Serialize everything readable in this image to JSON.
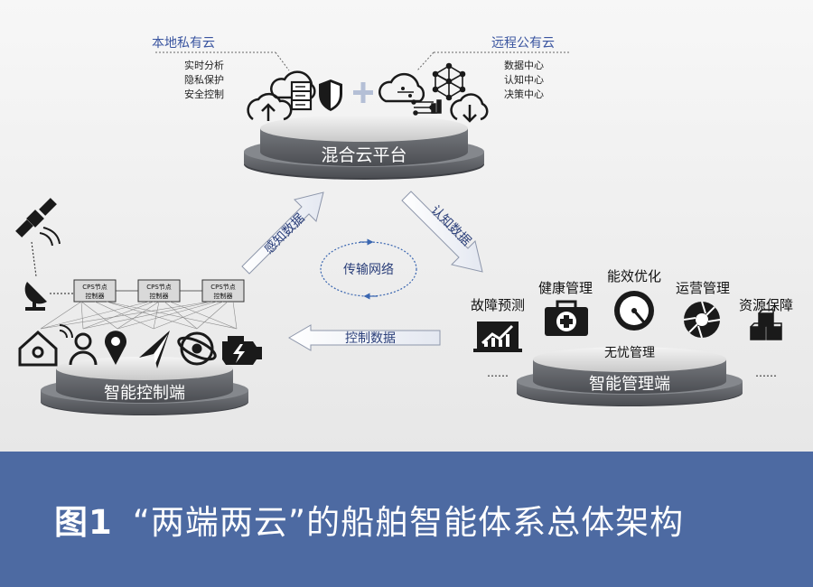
{
  "hybrid_cloud": {
    "platform_label": "混合云平台",
    "private_cloud": {
      "title": "本地私有云",
      "items": [
        "实时分析",
        "隐私保护",
        "安全控制"
      ]
    },
    "public_cloud": {
      "title": "远程公有云",
      "items": [
        "数据中心",
        "认知中心",
        "决策中心"
      ]
    }
  },
  "arrows": {
    "sensing_data": "感知数据",
    "cognitive_data": "认知数据",
    "control_data": "控制数据",
    "transmission_network": "传输网络"
  },
  "control_end": {
    "platform_label": "智能控制端",
    "node_controllers": [
      "CPS节点\n控制器",
      "CPS节点\n控制器",
      "CPS节点\n控制器"
    ]
  },
  "management_end": {
    "platform_label": "智能管理端",
    "center_label": "无忧管理",
    "functions": [
      "故障预测",
      "健康管理",
      "能效优化",
      "运营管理",
      "资源保障"
    ],
    "ellipsis_left": "……",
    "ellipsis_right": "……"
  },
  "caption": {
    "figure_number": "图1",
    "text": "“两端两云”的船舶智能体系总体架构"
  },
  "colors": {
    "caption_band": "#4d6aa2",
    "platform_dark": "#5f6268",
    "icon_dark": "#1a1a1a",
    "network_ring": "#3a66b0"
  }
}
